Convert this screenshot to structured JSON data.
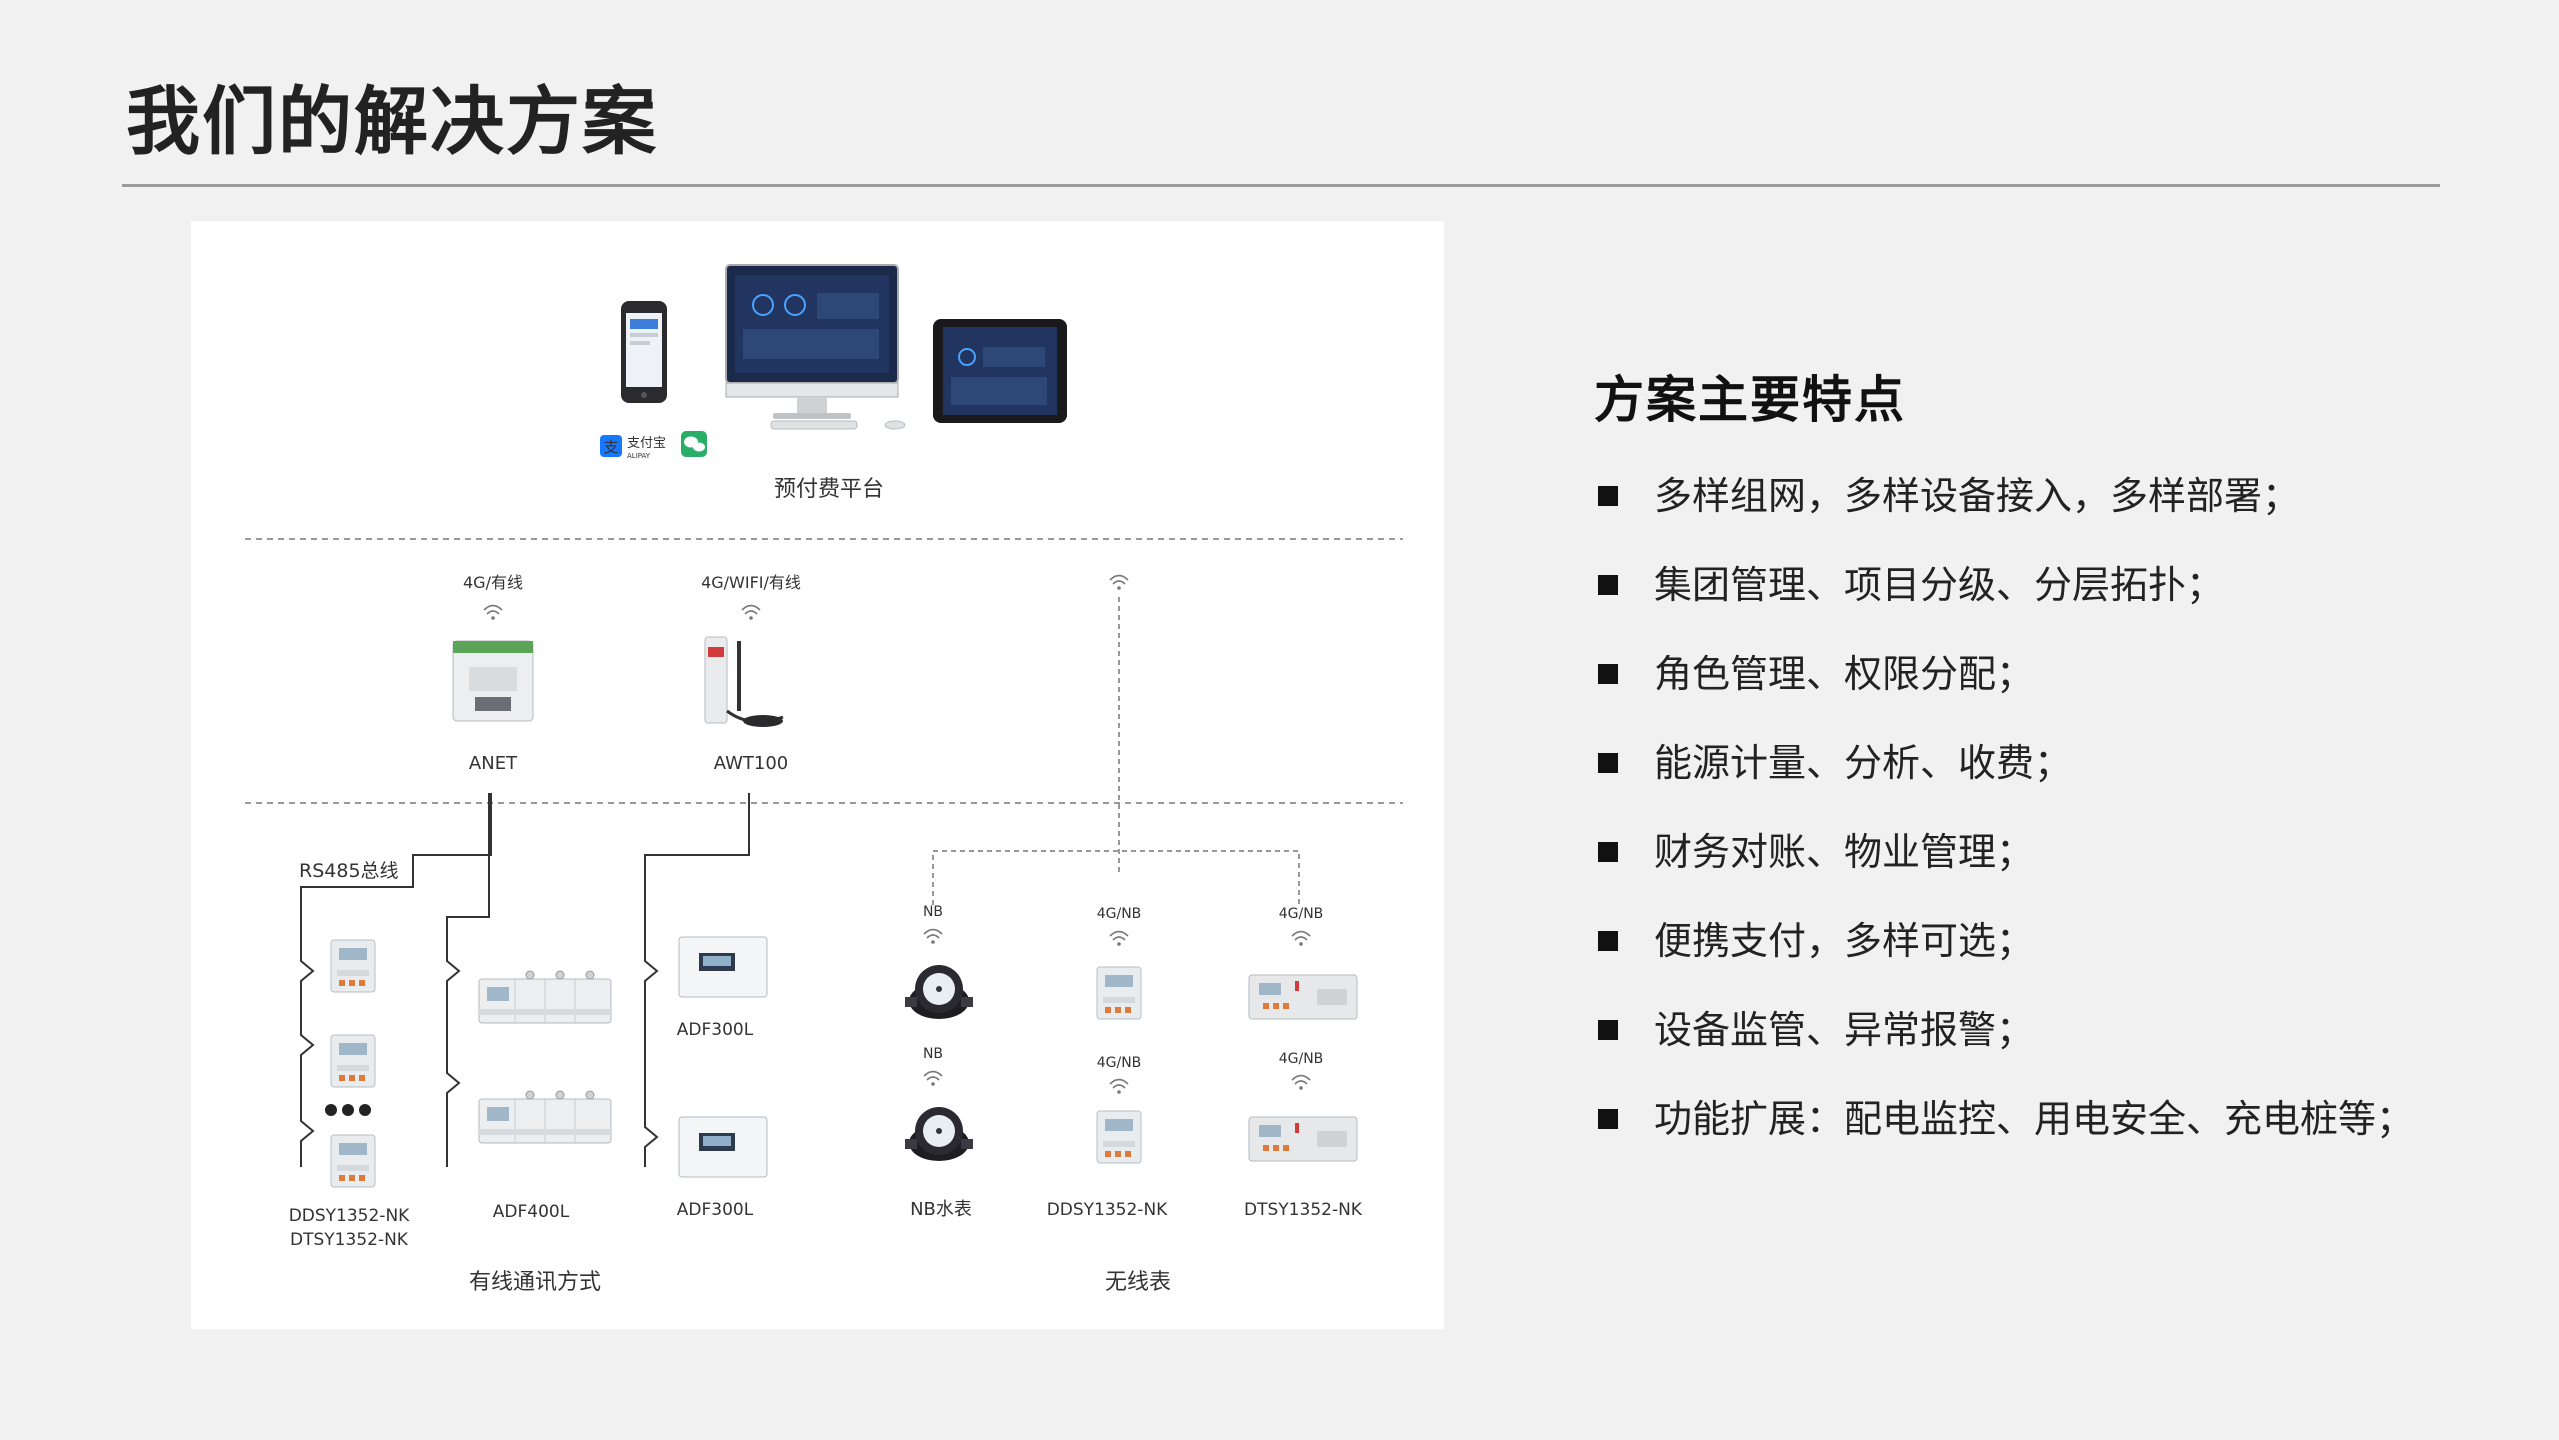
{
  "page": {
    "title": "我们的解决方案"
  },
  "diagram": {
    "platform": {
      "label": "预付费平台",
      "payment_logos": [
        "支付宝 ALIPAY",
        "WeChat"
      ]
    },
    "gateways": [
      {
        "name": "ANET",
        "link": "4G/有线"
      },
      {
        "name": "AWT100",
        "link": "4G/WIFI/有线"
      }
    ],
    "bus_label": "RS485总线",
    "wired_devices": [
      {
        "label_line1": "DDSY1352-NK",
        "label_line2": "DTSY1352-NK"
      },
      {
        "label_line1": "ADF400L"
      },
      {
        "label_line1": "ADF300L",
        "top_label": "ADF300L"
      }
    ],
    "wireless_devices": [
      {
        "label": "NB水表",
        "top_link": "NB",
        "bottom_link": "NB"
      },
      {
        "label": "DDSY1352-NK",
        "top_link": "4G/NB",
        "bottom_link": "4G/NB"
      },
      {
        "label": "DTSY1352-NK",
        "top_link": "4G/NB",
        "bottom_link": "4G/NB"
      }
    ],
    "groups": {
      "wired": "有线通讯方式",
      "wireless": "无线表"
    }
  },
  "features": {
    "heading": "方案主要特点",
    "items": [
      "多样组网，多样设备接入，多样部署；",
      "集团管理、项目分级、分层拓扑；",
      "角色管理、权限分配；",
      "能源计量、分析、收费；",
      "财务对账、物业管理；",
      "便携支付，多样可选；",
      "设备监管、异常报警；",
      "功能扩展：配电监控、用电安全、充电桩等；"
    ]
  },
  "colors": {
    "background": "#f1f1f1",
    "panel": "#ffffff",
    "rule": "#9a9a9a",
    "text": "#222222",
    "alipay": "#1677ff",
    "wechat": "#2aae67",
    "screen": "#1b2a4a"
  }
}
